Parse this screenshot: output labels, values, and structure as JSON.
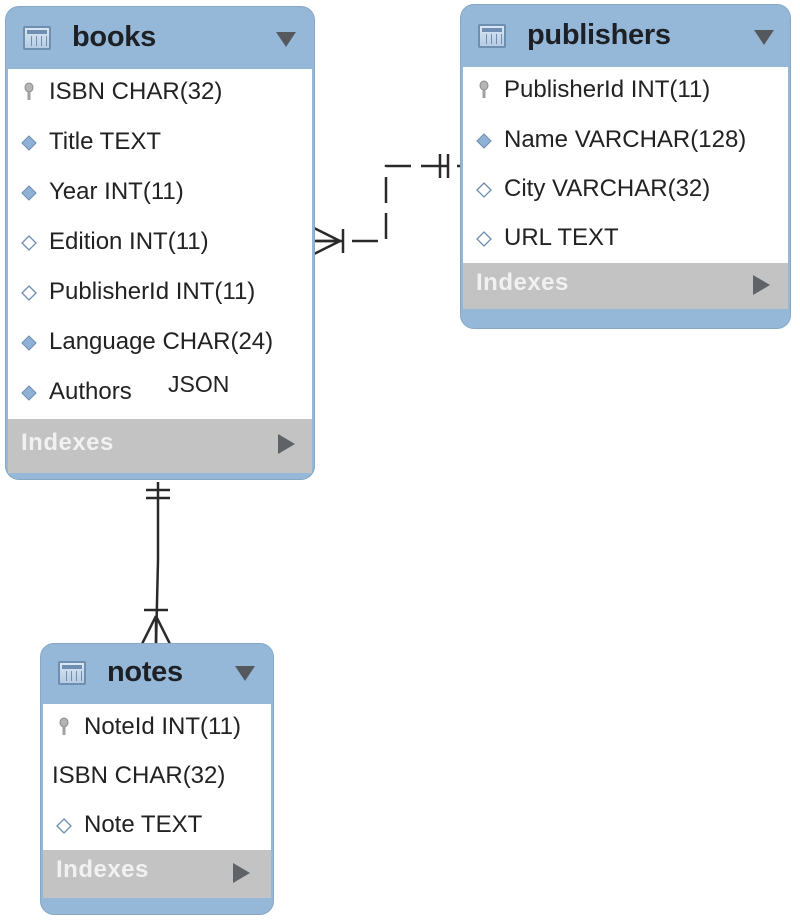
{
  "tables": {
    "books": {
      "name": "books",
      "columns": [
        {
          "text": "ISBN CHAR(32)",
          "icon": "key-icon"
        },
        {
          "text": "Title TEXT",
          "icon": "filled-diamond-icon"
        },
        {
          "text": "Year INT(11)",
          "icon": "filled-diamond-icon"
        },
        {
          "text": "Edition INT(11)",
          "icon": "hollow-diamond-icon"
        },
        {
          "text": "PublisherId INT(11)",
          "icon": "hollow-diamond-icon"
        },
        {
          "text": "Language CHAR(24)",
          "icon": "filled-diamond-icon"
        },
        {
          "text": "Authors",
          "extra": "JSON",
          "icon": "filled-diamond-icon"
        }
      ],
      "indexes_label": "Indexes"
    },
    "publishers": {
      "name": "publishers",
      "columns": [
        {
          "text": "PublisherId INT(11)",
          "icon": "key-icon"
        },
        {
          "text": "Name VARCHAR(128)",
          "icon": "filled-diamond-icon"
        },
        {
          "text": "City VARCHAR(32)",
          "icon": "hollow-diamond-icon"
        },
        {
          "text": "URL TEXT",
          "icon": "hollow-diamond-icon"
        }
      ],
      "indexes_label": "Indexes"
    },
    "notes": {
      "name": "notes",
      "columns": [
        {
          "text": "NoteId INT(11)",
          "icon": "key-icon"
        },
        {
          "text": "ISBN CHAR(32)",
          "icon": "none"
        },
        {
          "text": "Note TEXT",
          "icon": "hollow-diamond-icon"
        }
      ],
      "indexes_label": "Indexes"
    }
  },
  "relationships": [
    {
      "from": "books",
      "to": "publishers",
      "from_cardinality": "many",
      "to_cardinality": "one",
      "style": "dashed"
    },
    {
      "from": "books",
      "to": "notes",
      "from_cardinality": "one",
      "to_cardinality": "many",
      "style": "solid"
    }
  ],
  "colors": {
    "header": "#95b8d9",
    "indexes_bar": "#c3c3c3",
    "line": "#2a2a2a"
  }
}
